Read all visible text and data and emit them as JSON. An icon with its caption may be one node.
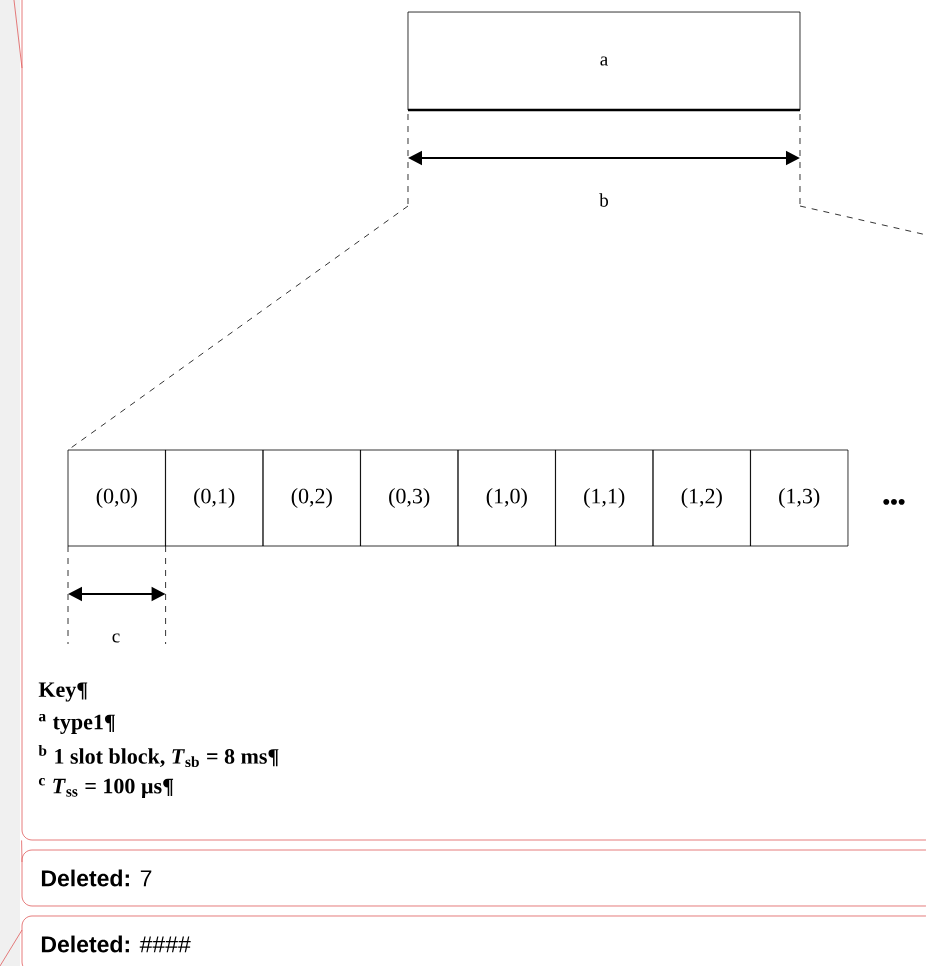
{
  "diagram": {
    "nodes": [
      {
        "text": [
          "Key¶",
          "$^{a}$ type1¶",
          "$^{b}$ 1 slot block, *T*$_{sb}$ = 8 ms¶",
          "$^{c}$ *T*$_{ss}$ = 100 µs¶"
        ]
      },
      {
        "text": [
          "a"
        ],
        "in": 0
      },
      {
        "text": [
          "(0,0)"
        ],
        "in": 0
      },
      {
        "text": [
          "(0,1)"
        ],
        "in": 0
      },
      {
        "text": [
          "(0,2)"
        ],
        "in": 0
      },
      {
        "text": [
          "(0,3)"
        ],
        "in": 0
      },
      {
        "text": [
          "(1,0)"
        ],
        "in": 0
      },
      {
        "text": [
          "(1,1)"
        ],
        "in": 0
      },
      {
        "text": [
          "(1,2)"
        ],
        "in": 0
      },
      {
        "text": [
          "(1,3)"
        ],
        "in": 0
      },
      {
        "text": [
          "**Deleted:** 7"
        ]
      },
      {
        "text": [
          "**Deleted:** ####"
        ]
      }
    ],
    "edges": [
      {
        "from": null,
        "to": 0,
        "arrow": "none",
        "color": "#e05a5a"
      },
      {
        "from": 0,
        "to": 10,
        "arrow": "none",
        "color": "#e05a5a"
      },
      {
        "from": null,
        "to": 11,
        "arrow": "none",
        "color": "#e05a5a"
      }
    ],
    "labels": [
      "b",
      "•••",
      "c"
    ]
  }
}
